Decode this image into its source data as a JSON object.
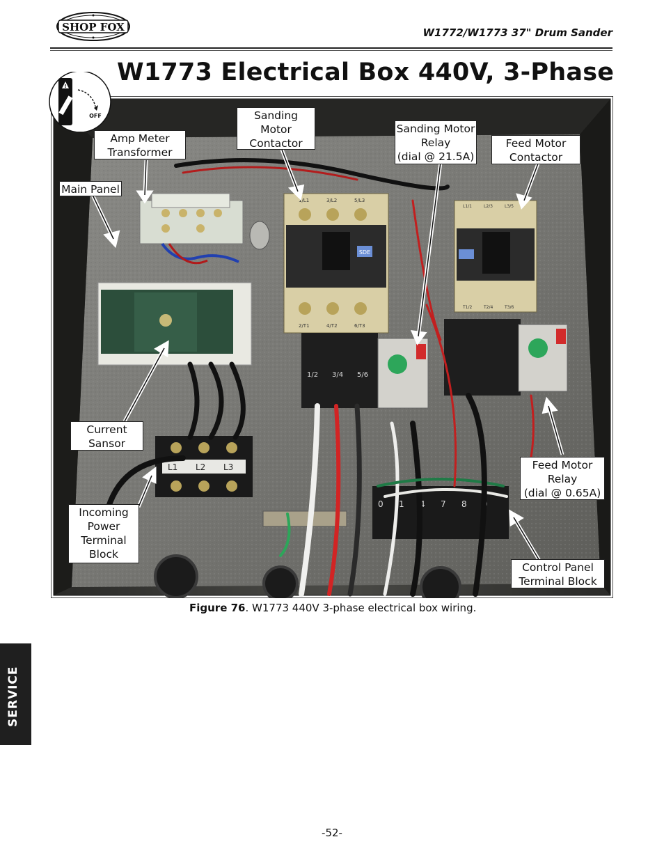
{
  "header": {
    "logo_text": "SHOP FOX",
    "doc_title": "W1772/W1773 37\" Drum Sander"
  },
  "page_title": "W1773 Electrical Box 440V, 3-Phase",
  "disconnect_label": "OFF",
  "callouts": {
    "sanding_motor_contactor": [
      "Sanding",
      "Motor",
      "Contactor"
    ],
    "sanding_motor_relay": [
      "Sanding Motor",
      "Relay",
      "(dial @ 21.5A)"
    ],
    "feed_motor_contactor": [
      "Feed Motor",
      "Contactor"
    ],
    "amp_meter_transformer": [
      "Amp Meter",
      "Transformer"
    ],
    "main_panel": [
      "Main Panel"
    ],
    "current_sensor": [
      "Current",
      "Sansor"
    ],
    "incoming_power": [
      "Incoming",
      "Power",
      "Terminal",
      "Block"
    ],
    "feed_motor_relay": [
      "Feed Motor",
      "Relay",
      "(dial @ 0.65A)"
    ],
    "control_panel_block": [
      "Control Panel",
      "Terminal Block"
    ]
  },
  "photo_labels": {
    "contactor_top": [
      "1/L1",
      "3/L2",
      "5/L3"
    ],
    "contactor_bottom": [
      "2/T1",
      "4/T2",
      "6/T3"
    ],
    "feed_top": [
      "L1/1",
      "L2/3",
      "L3/5"
    ],
    "feed_bottom": [
      "T1/2",
      "T2/4",
      "T3/6"
    ],
    "relay_terms": [
      "1/2",
      "3/4",
      "5/6"
    ],
    "power_wires": [
      "L1",
      "L2",
      "L3"
    ],
    "control_terms": [
      "0",
      "1",
      "4",
      "7",
      "8",
      "9"
    ],
    "brand": "SDE"
  },
  "figure": {
    "number": "Figure 76",
    "caption": ". W1773 440V 3-phase electrical box wiring."
  },
  "side_tab": "SERVICE",
  "page_number": "-52-"
}
